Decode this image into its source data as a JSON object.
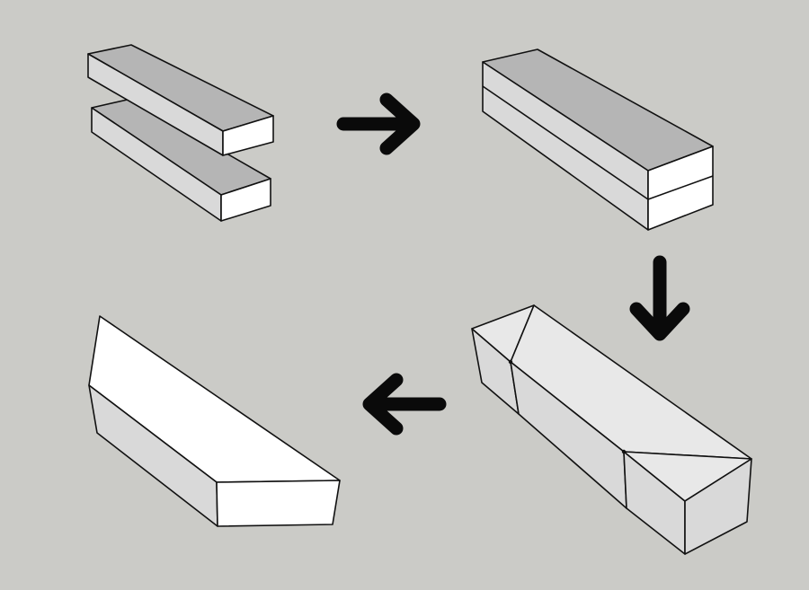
{
  "colors": {
    "background": "#cbcbc7",
    "top_face": "#b5b5b5",
    "end_face": "#ffffff",
    "side_face": "#d9d9d9",
    "modified_face": "#e8e8e8",
    "lit_face": "#ffffff",
    "edge": "#111111",
    "arrow": "#0a0a0a"
  },
  "steps": [
    {
      "id": "two-separate-boards",
      "arrow_after": "arrow-right-icon"
    },
    {
      "id": "stacked-boards",
      "arrow_after": "arrow-down-icon"
    },
    {
      "id": "reshaped-block",
      "arrow_after": "arrow-left-icon"
    },
    {
      "id": "final-tapered-block",
      "arrow_after": null
    }
  ]
}
